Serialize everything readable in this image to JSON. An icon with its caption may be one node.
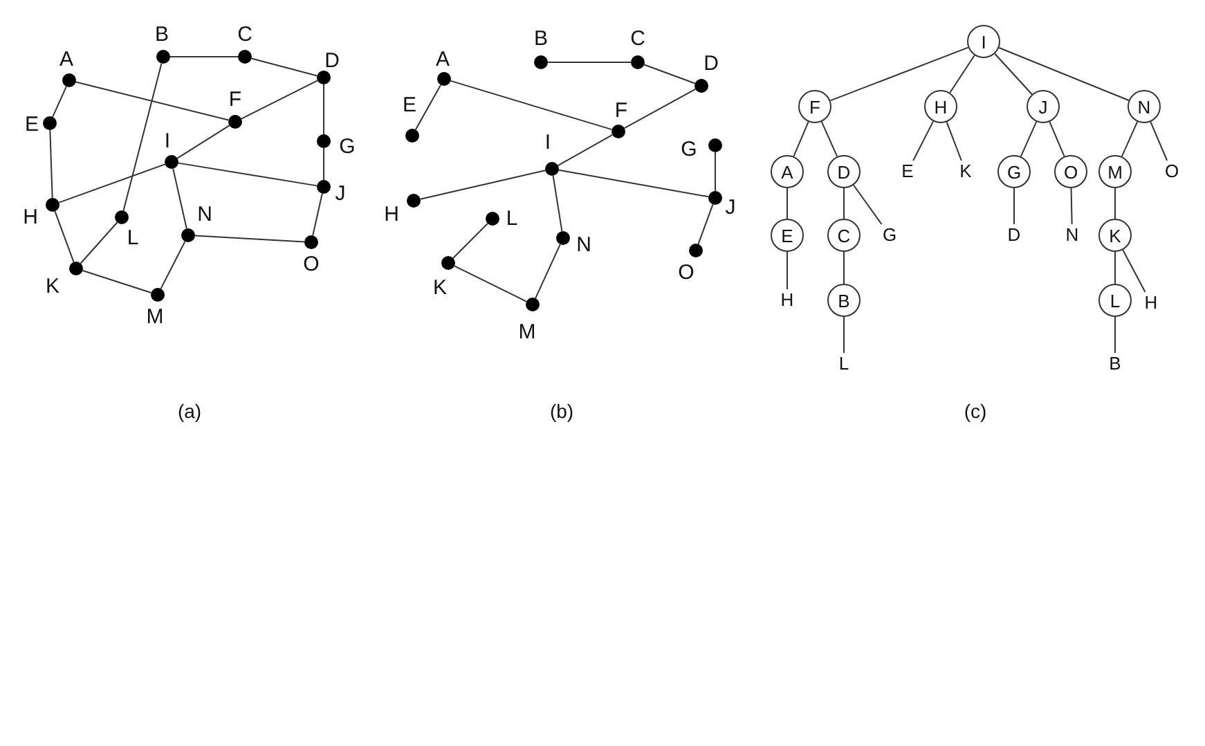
{
  "diagram": {
    "nodes": [
      {
        "text": [
          "A"
        ]
      },
      {
        "text": [
          "B"
        ]
      },
      {
        "text": [
          "C"
        ]
      },
      {
        "text": [
          "D"
        ]
      },
      {
        "text": [
          "E"
        ]
      },
      {
        "text": [
          "F"
        ]
      },
      {
        "text": [
          "G"
        ]
      },
      {
        "text": [
          "H"
        ]
      },
      {
        "text": [
          "I"
        ]
      },
      {
        "text": [
          "J"
        ]
      },
      {
        "text": [
          "K"
        ]
      },
      {
        "text": [
          "L"
        ]
      },
      {
        "text": [
          "M"
        ]
      },
      {
        "text": [
          "N"
        ]
      },
      {
        "text": [
          "O"
        ]
      },
      {
        "text": [
          "A"
        ]
      },
      {
        "text": [
          "B"
        ]
      },
      {
        "text": [
          "C"
        ]
      },
      {
        "text": [
          "D"
        ]
      },
      {
        "text": [
          "E"
        ]
      },
      {
        "text": [
          "F"
        ]
      },
      {
        "text": [
          "G"
        ]
      },
      {
        "text": [
          "H"
        ]
      },
      {
        "text": [
          "I"
        ]
      },
      {
        "text": [
          "J"
        ]
      },
      {
        "text": [
          "K"
        ]
      },
      {
        "text": [
          "L"
        ]
      },
      {
        "text": [
          "M"
        ]
      },
      {
        "text": [
          "N"
        ]
      },
      {
        "text": [
          "O"
        ]
      },
      {
        "text": [
          "I"
        ]
      },
      {
        "text": [
          "F"
        ]
      },
      {
        "text": [
          "H"
        ]
      },
      {
        "text": [
          "J"
        ]
      },
      {
        "text": [
          "N"
        ]
      },
      {
        "text": [
          "A"
        ]
      },
      {
        "text": [
          "D"
        ]
      },
      {
        "text": [
          "E"
        ]
      },
      {
        "text": [
          "K"
        ]
      },
      {
        "text": [
          "G"
        ]
      },
      {
        "text": [
          "O"
        ]
      },
      {
        "text": [
          "M"
        ]
      },
      {
        "text": [
          "O"
        ]
      },
      {
        "text": [
          "E"
        ]
      },
      {
        "text": [
          "C"
        ]
      },
      {
        "text": [
          "G"
        ]
      },
      {
        "text": [
          "D"
        ]
      },
      {
        "text": [
          "N"
        ]
      },
      {
        "text": [
          "K"
        ]
      },
      {
        "text": [
          "H"
        ]
      },
      {
        "text": [
          "B"
        ]
      },
      {
        "text": [
          "L"
        ]
      },
      {
        "text": [
          "H"
        ]
      },
      {
        "text": [
          "L"
        ]
      },
      {
        "text": [
          "B"
        ]
      }
    ],
    "edges": [
      {
        "from": 1,
        "to": 2,
        "arrow": "none"
      },
      {
        "from": 2,
        "to": 3,
        "arrow": "none"
      },
      {
        "from": 0,
        "to": 5,
        "arrow": "none"
      },
      {
        "from": 0,
        "to": 4,
        "arrow": "none"
      },
      {
        "from": 4,
        "to": 7,
        "arrow": "none"
      },
      {
        "from": 1,
        "to": 11,
        "arrow": "none"
      },
      {
        "from": 11,
        "to": 10,
        "arrow": "none"
      },
      {
        "from": 7,
        "to": 10,
        "arrow": "none"
      },
      {
        "from": 10,
        "to": 12,
        "arrow": "none"
      },
      {
        "from": 12,
        "to": 13,
        "arrow": "none"
      },
      {
        "from": 13,
        "to": 8,
        "arrow": "none"
      },
      {
        "from": 13,
        "to": 14,
        "arrow": "none"
      },
      {
        "from": 14,
        "to": 9,
        "arrow": "none"
      },
      {
        "from": 9,
        "to": 6,
        "arrow": "none"
      },
      {
        "from": 6,
        "to": 3,
        "arrow": "none"
      },
      {
        "from": 3,
        "to": 5,
        "arrow": "none"
      },
      {
        "from": 5,
        "to": 8,
        "arrow": "none"
      },
      {
        "from": 8,
        "to": 7,
        "arrow": "none"
      },
      {
        "from": 8,
        "to": 9,
        "arrow": "none"
      },
      {
        "from": 16,
        "to": 17,
        "arrow": "none"
      },
      {
        "from": 17,
        "to": 18,
        "arrow": "none"
      },
      {
        "from": 18,
        "to": 20,
        "arrow": "none"
      },
      {
        "from": 15,
        "to": 20,
        "arrow": "none"
      },
      {
        "from": 15,
        "to": 19,
        "arrow": "none"
      },
      {
        "from": 20,
        "to": 23,
        "arrow": "none"
      },
      {
        "from": 23,
        "to": 22,
        "arrow": "none"
      },
      {
        "from": 23,
        "to": 24,
        "arrow": "none"
      },
      {
        "from": 24,
        "to": 21,
        "arrow": "none"
      },
      {
        "from": 24,
        "to": 29,
        "arrow": "none"
      },
      {
        "from": 23,
        "to": 28,
        "arrow": "none"
      },
      {
        "from": 28,
        "to": 27,
        "arrow": "none"
      },
      {
        "from": 27,
        "to": 25,
        "arrow": "none"
      },
      {
        "from": 25,
        "to": 26,
        "arrow": "none"
      },
      {
        "from": 30,
        "to": 31,
        "arrow": "none"
      },
      {
        "from": 30,
        "to": 32,
        "arrow": "none"
      },
      {
        "from": 30,
        "to": 33,
        "arrow": "none"
      },
      {
        "from": 30,
        "to": 34,
        "arrow": "none"
      },
      {
        "from": 31,
        "to": 35,
        "arrow": "none"
      },
      {
        "from": 31,
        "to": 36,
        "arrow": "none"
      },
      {
        "from": 32,
        "to": 37,
        "arrow": "none"
      },
      {
        "from": 32,
        "to": 38,
        "arrow": "none"
      },
      {
        "from": 33,
        "to": 39,
        "arrow": "none"
      },
      {
        "from": 33,
        "to": 40,
        "arrow": "none"
      },
      {
        "from": 34,
        "to": 41,
        "arrow": "none"
      },
      {
        "from": 34,
        "to": 42,
        "arrow": "none"
      },
      {
        "from": 35,
        "to": 43,
        "arrow": "none"
      },
      {
        "from": 36,
        "to": 44,
        "arrow": "none"
      },
      {
        "from": 36,
        "to": 45,
        "arrow": "none"
      },
      {
        "from": 39,
        "to": 46,
        "arrow": "none"
      },
      {
        "from": 40,
        "to": 47,
        "arrow": "none"
      },
      {
        "from": 41,
        "to": 48,
        "arrow": "none"
      },
      {
        "from": 43,
        "to": 49,
        "arrow": "none"
      },
      {
        "from": 44,
        "to": 50,
        "arrow": "none"
      },
      {
        "from": 48,
        "to": 51,
        "arrow": "none"
      },
      {
        "from": 48,
        "to": 52,
        "arrow": "none"
      },
      {
        "from": 50,
        "to": 53,
        "arrow": "none"
      },
      {
        "from": 51,
        "to": 54,
        "arrow": "none"
      }
    ],
    "labels": [
      "(a)",
      "(b)",
      "(c)"
    ]
  }
}
